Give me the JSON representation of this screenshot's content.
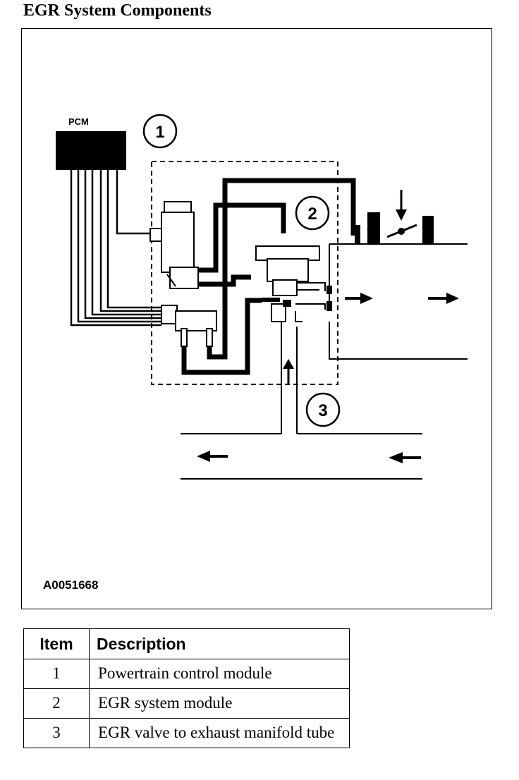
{
  "title": "EGR System Components",
  "figure": {
    "pcm_label": "PCM",
    "callouts": [
      "1",
      "2",
      "3"
    ],
    "figure_id": "A0051668"
  },
  "table": {
    "headers": [
      "Item",
      "Description"
    ],
    "rows": [
      {
        "item": "1",
        "description": "Powertrain control module"
      },
      {
        "item": "2",
        "description": "EGR system module"
      },
      {
        "item": "3",
        "description": "EGR valve to exhaust manifold tube"
      }
    ]
  }
}
